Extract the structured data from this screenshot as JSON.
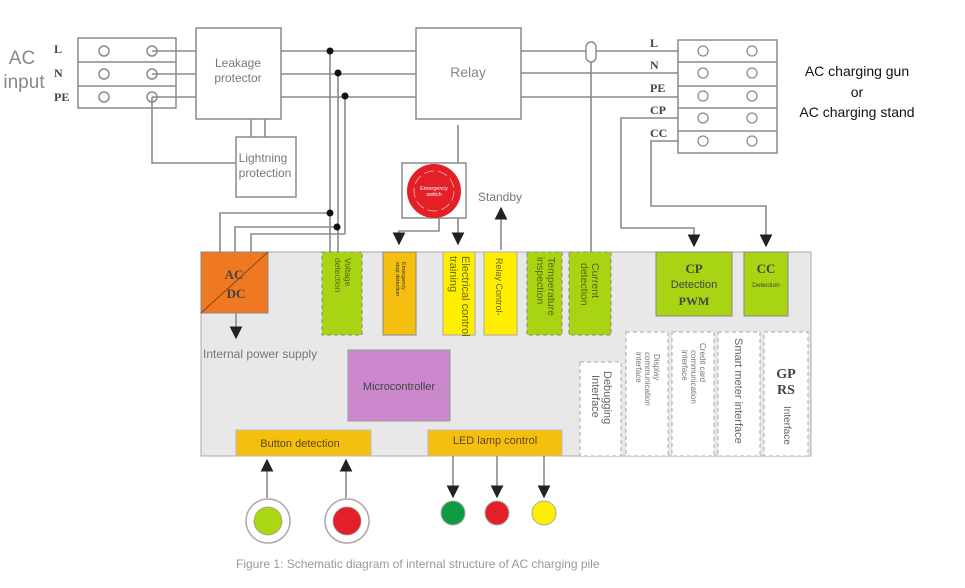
{
  "ac_input": {
    "line1": "AC",
    "line2": "input",
    "terminals": [
      "L",
      "N",
      "PE"
    ]
  },
  "leakage_protector": {
    "line1": "Leakage",
    "line2": "protector"
  },
  "lightning_protection": {
    "line1": "Lightning",
    "line2": "protection"
  },
  "relay": "Relay",
  "emergency_switch": {
    "line1": "Emergency",
    "line2": "switch",
    "color": "#e32028"
  },
  "standby": "Standby",
  "gun_terminals": [
    "L",
    "N",
    "PE",
    "CP",
    "CC"
  ],
  "gun_label": {
    "line1": "AC charging gun",
    "line2": "or",
    "line3": "AC charging stand"
  },
  "board": {
    "acdc": {
      "line1": "AC",
      "line2": "DC",
      "color": "#f07820"
    },
    "internal_power_supply": "Internal power supply",
    "voltage_detection": {
      "line1": "Voltage",
      "line2": "detection"
    },
    "emergency_stop_detection": {
      "line1": "Emergency",
      "line2": "stop detection"
    },
    "electrical_control_training": {
      "line1": "Electrical control",
      "line2": "training"
    },
    "relay_control": "Relay Control-",
    "temperature_inspection": {
      "line1": "Temperature",
      "line2": "inspection"
    },
    "current_detection": {
      "line1": "Current",
      "line2": "detection"
    },
    "cp_detection": {
      "line1": "CP",
      "line2": "Detection",
      "line3": "PWM"
    },
    "cc_detection": {
      "line1": "CC",
      "line2": "Detection"
    },
    "microcontroller": "Microcontroller",
    "debugging_interface": {
      "line1": "Debugging",
      "line2": "Interface"
    },
    "display_interface": {
      "line1": "Display",
      "line2": "communication",
      "line3": "interface"
    },
    "credit_card_interface": {
      "line1": "Credit card",
      "line2": "communication",
      "line3": "interface"
    },
    "smart_meter_interface": "Smart meter interface",
    "gprs_interface": {
      "line1": "GP",
      "line2": "RS",
      "line3": "Interface"
    },
    "button_detection": "Button detection",
    "led_lamp_control": "LED lamp control"
  },
  "buttons": [
    {
      "color": "#aad614"
    },
    {
      "color": "#e3202a"
    }
  ],
  "leds": [
    {
      "color": "#0f9a44"
    },
    {
      "color": "#e3202a"
    },
    {
      "color": "#ffee00"
    }
  ],
  "colors": {
    "green": "#a8d414",
    "yellow": "#ffee00",
    "orange": "#f5bf10",
    "pink": "#cc88cc"
  },
  "caption": "Figure 1: Schematic diagram of internal structure of AC charging pile"
}
